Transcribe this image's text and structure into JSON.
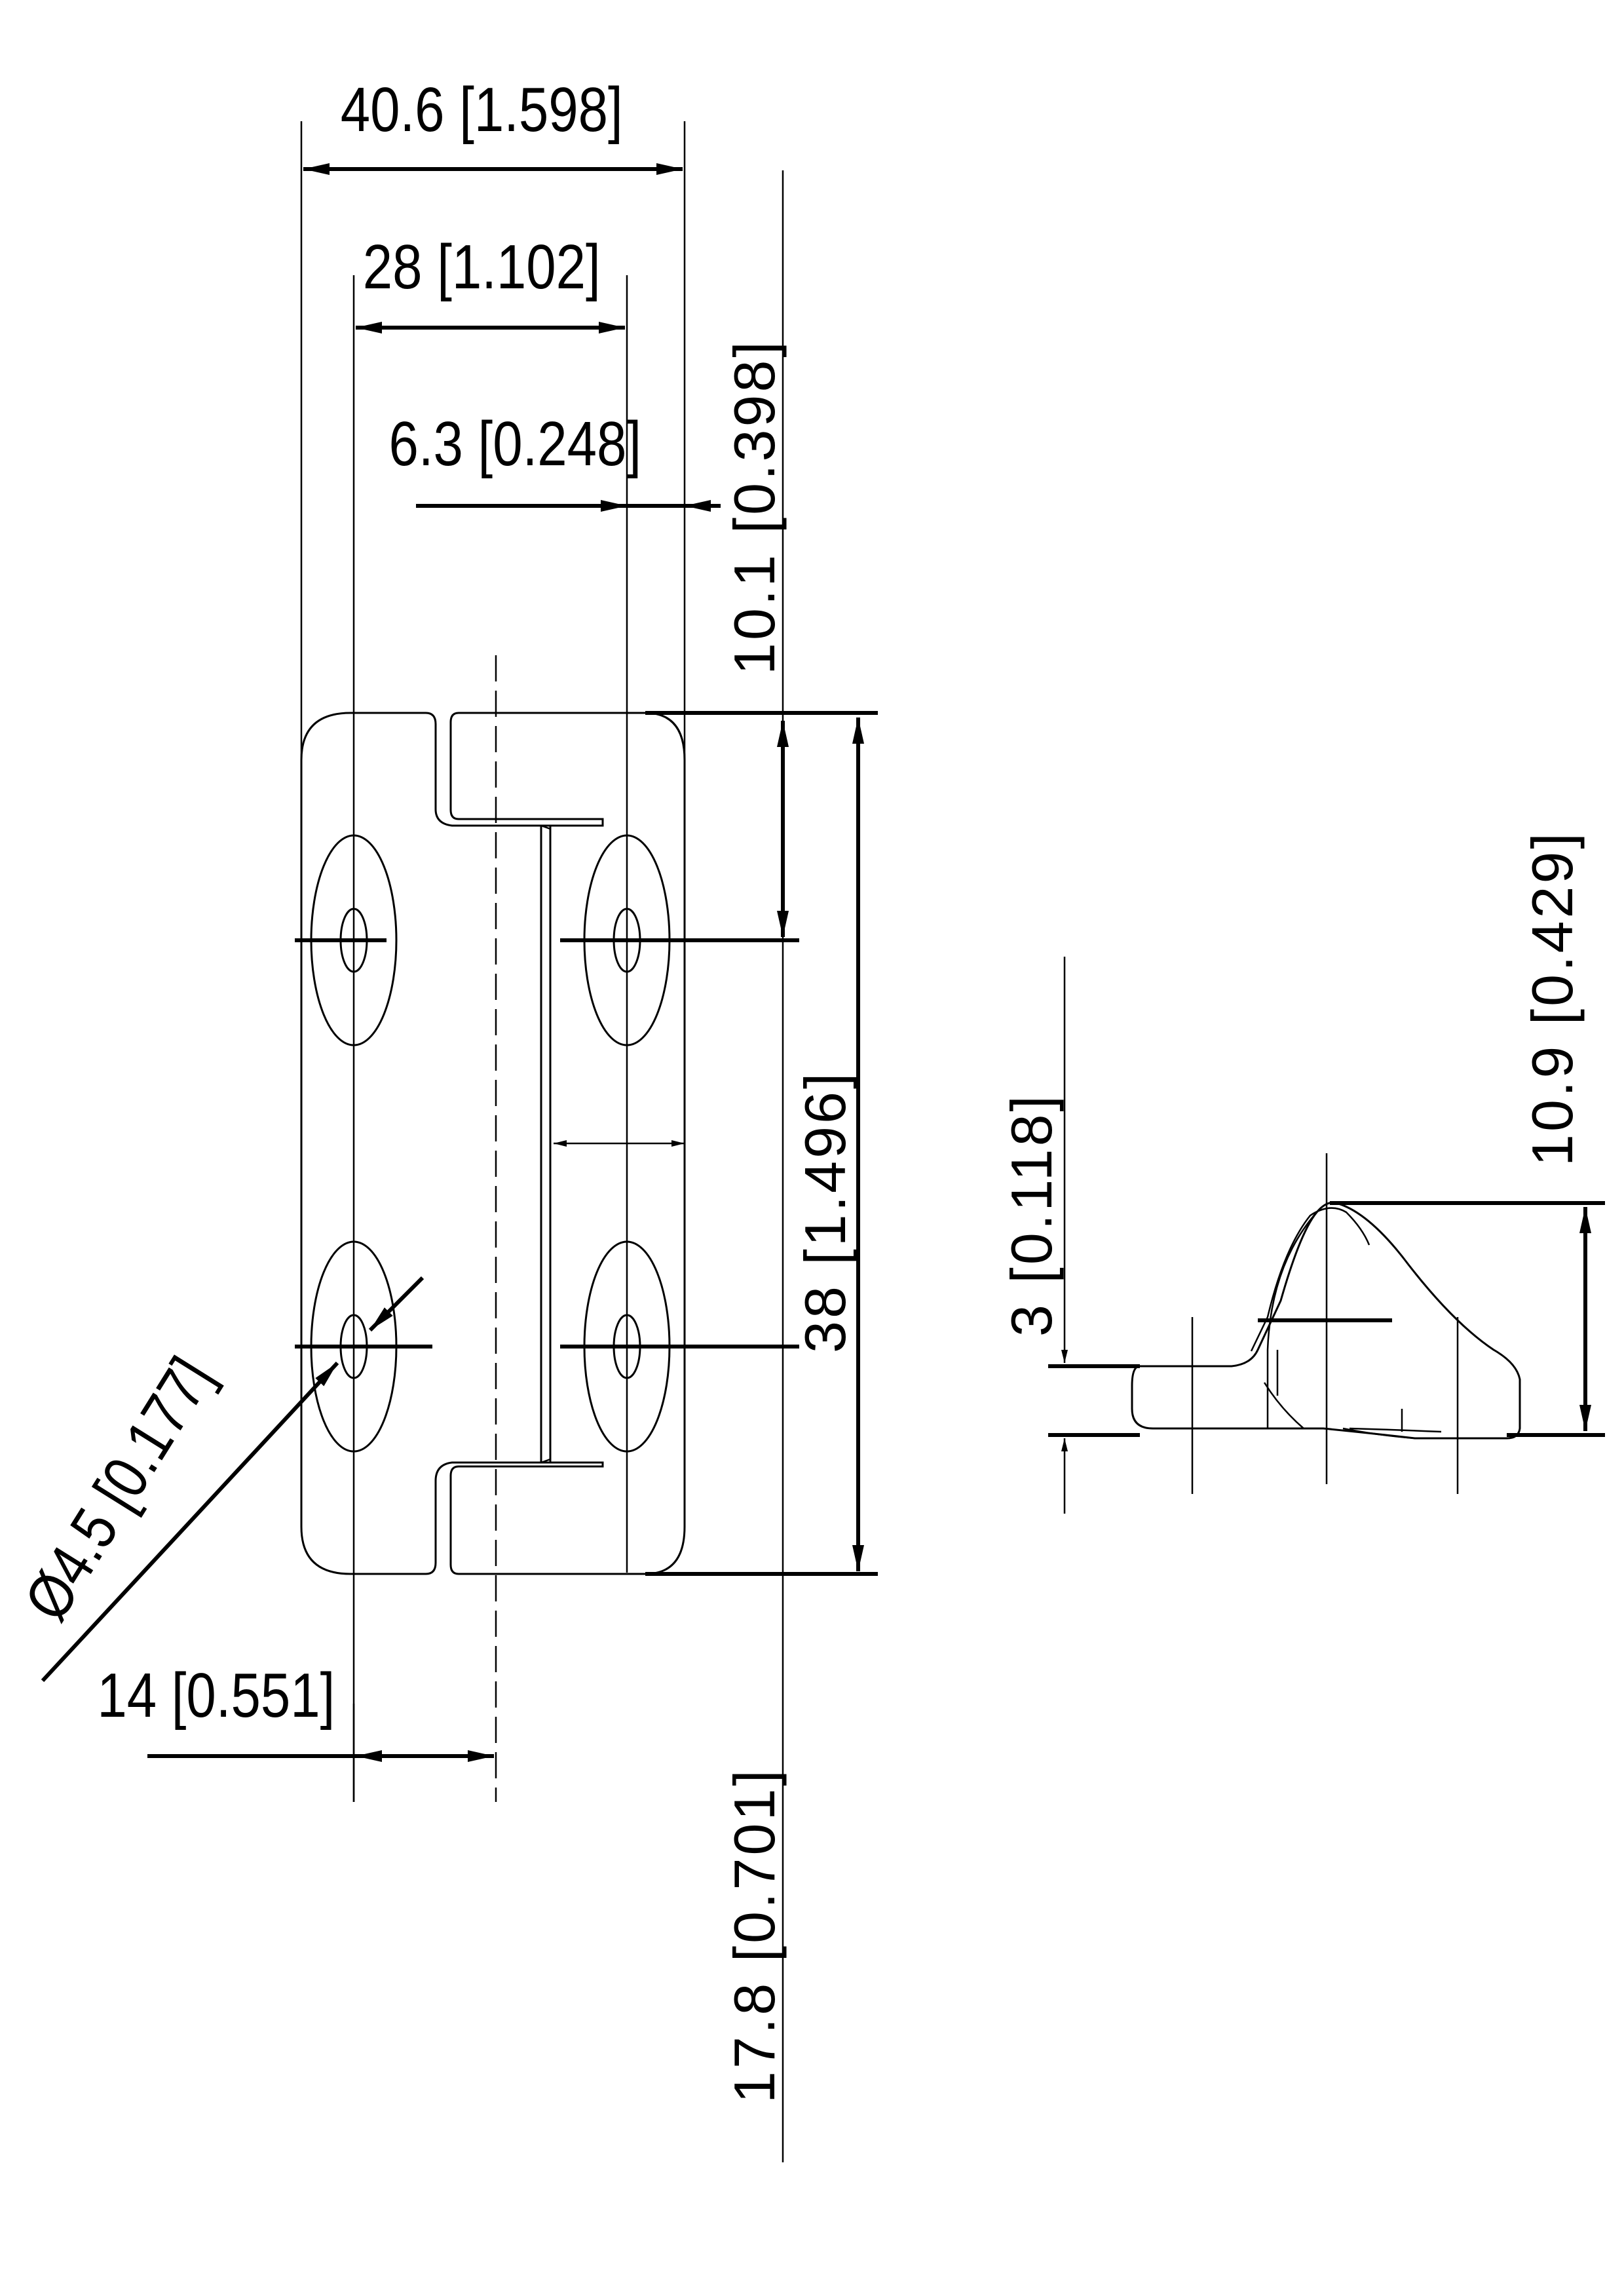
{
  "drawing": {
    "dimensions": {
      "overall_width": "40.6 [1.598]",
      "hole_spacing": "28 [1.102]",
      "edge_offset": "6.3 [0.248]",
      "top_offset": "10.1 [0.398]",
      "height": "38 [1.496]",
      "hole_diameter": "Ø4.5 [0.177]",
      "center_offset": "14 [0.551]",
      "bottom_offset": "17.8 [0.701]",
      "side_total_height": "10.9 [0.429]",
      "plate_thickness": "3 [0.118]"
    }
  }
}
